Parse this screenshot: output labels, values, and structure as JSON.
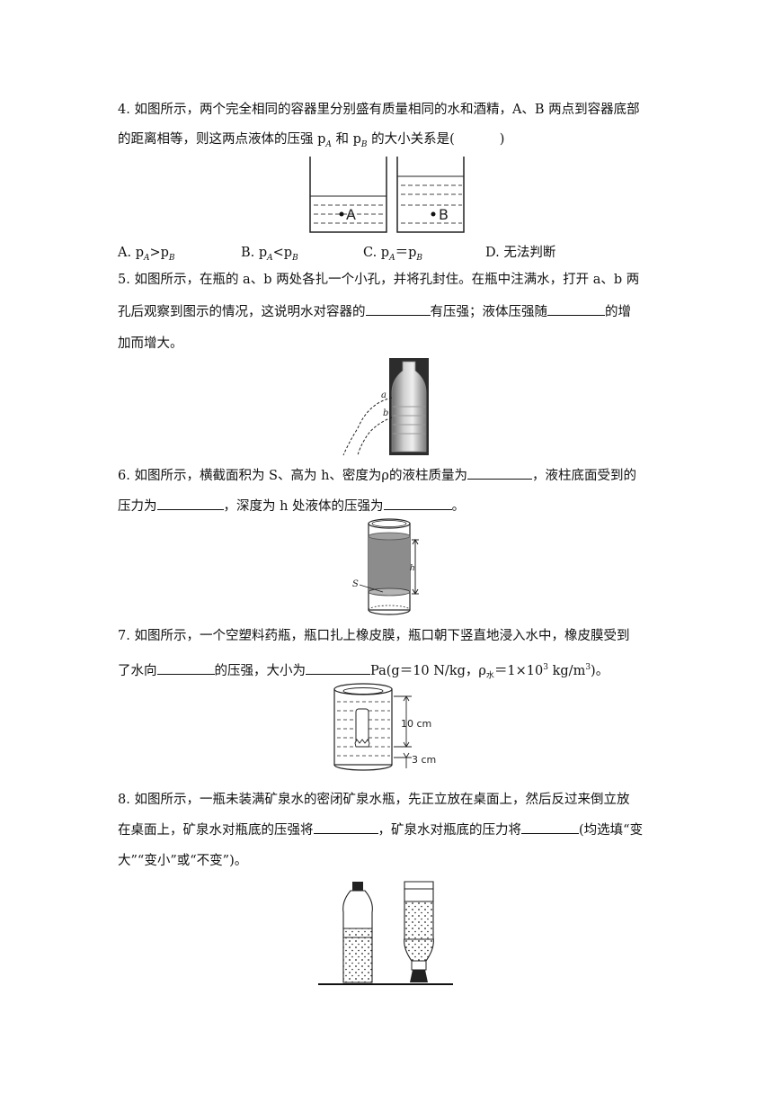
{
  "q4": {
    "l1": "4. 如图所示，两个完全相同的容器里分别盛有质量相同的水和酒精，A、B 两点到容器底部",
    "l2_a": "的距离相等，则这两点液体的压强 p",
    "l2_sub1": "A",
    "l2_b": " 和 p",
    "l2_sub2": "B",
    "l2_c": " 的大小关系是(",
    "l2_d": ")",
    "fig_label_a": "A",
    "fig_label_b": "B",
    "options": [
      {
        "prefix": "A. p",
        "s1": "A",
        "op": ">p",
        "s2": "B"
      },
      {
        "prefix": "B. p",
        "s1": "A",
        "op": "<p",
        "s2": "B"
      },
      {
        "prefix": "C. p",
        "s1": "A",
        "op": "＝p",
        "s2": "B"
      },
      {
        "prefix": "D.  无法判断"
      }
    ]
  },
  "q5": {
    "l1": "5. 如图所示，在瓶的 a、b 两处各扎一个小孔，并将孔封住。在瓶中注满水，打开 a、b 两",
    "l2_a": "孔后观察到图示的情况，这说明水对容器的",
    "l2_b": "有压强；液体压强随",
    "l2_c": "的增",
    "l3": "加而增大。",
    "fig_a": "a",
    "fig_b": "b"
  },
  "q6": {
    "l1_a": "6. 如图所示，横截面积为 S、高为 h、密度为ρ的液柱质量为",
    "l1_b": "，液柱底面受到的",
    "l2_a": "压力为",
    "l2_b": "，深度为 h 处液体的压强为",
    "l2_c": "。",
    "fig_s": "S",
    "fig_h": "h"
  },
  "q7": {
    "l1": "7. 如图所示，一个空塑料药瓶，瓶口扎上橡皮膜，瓶口朝下竖直地浸入水中，橡皮膜受到",
    "l2_a": "了水向",
    "l2_b": "的压强，大小为",
    "l2_c": "Pa(g＝10 N/kg，ρ",
    "l2_sub": "水",
    "l2_d": "＝1×10",
    "l2_sup": "3",
    "l2_e": " kg/m",
    "l2_sup2": "3",
    "l2_f": ")。",
    "fig_10": "10 cm",
    "fig_3": "3 cm"
  },
  "q8": {
    "l1": "8. 如图所示，一瓶未装满矿泉水的密闭矿泉水瓶，先正立放在桌面上，然后反过来倒立放",
    "l2_a": "在桌面上，矿泉水对瓶底的压强将",
    "l2_b": "，矿泉水对瓶底的压力将",
    "l2_c": "(均选填“变",
    "l3": "大”“变小”或“不变”)。"
  }
}
